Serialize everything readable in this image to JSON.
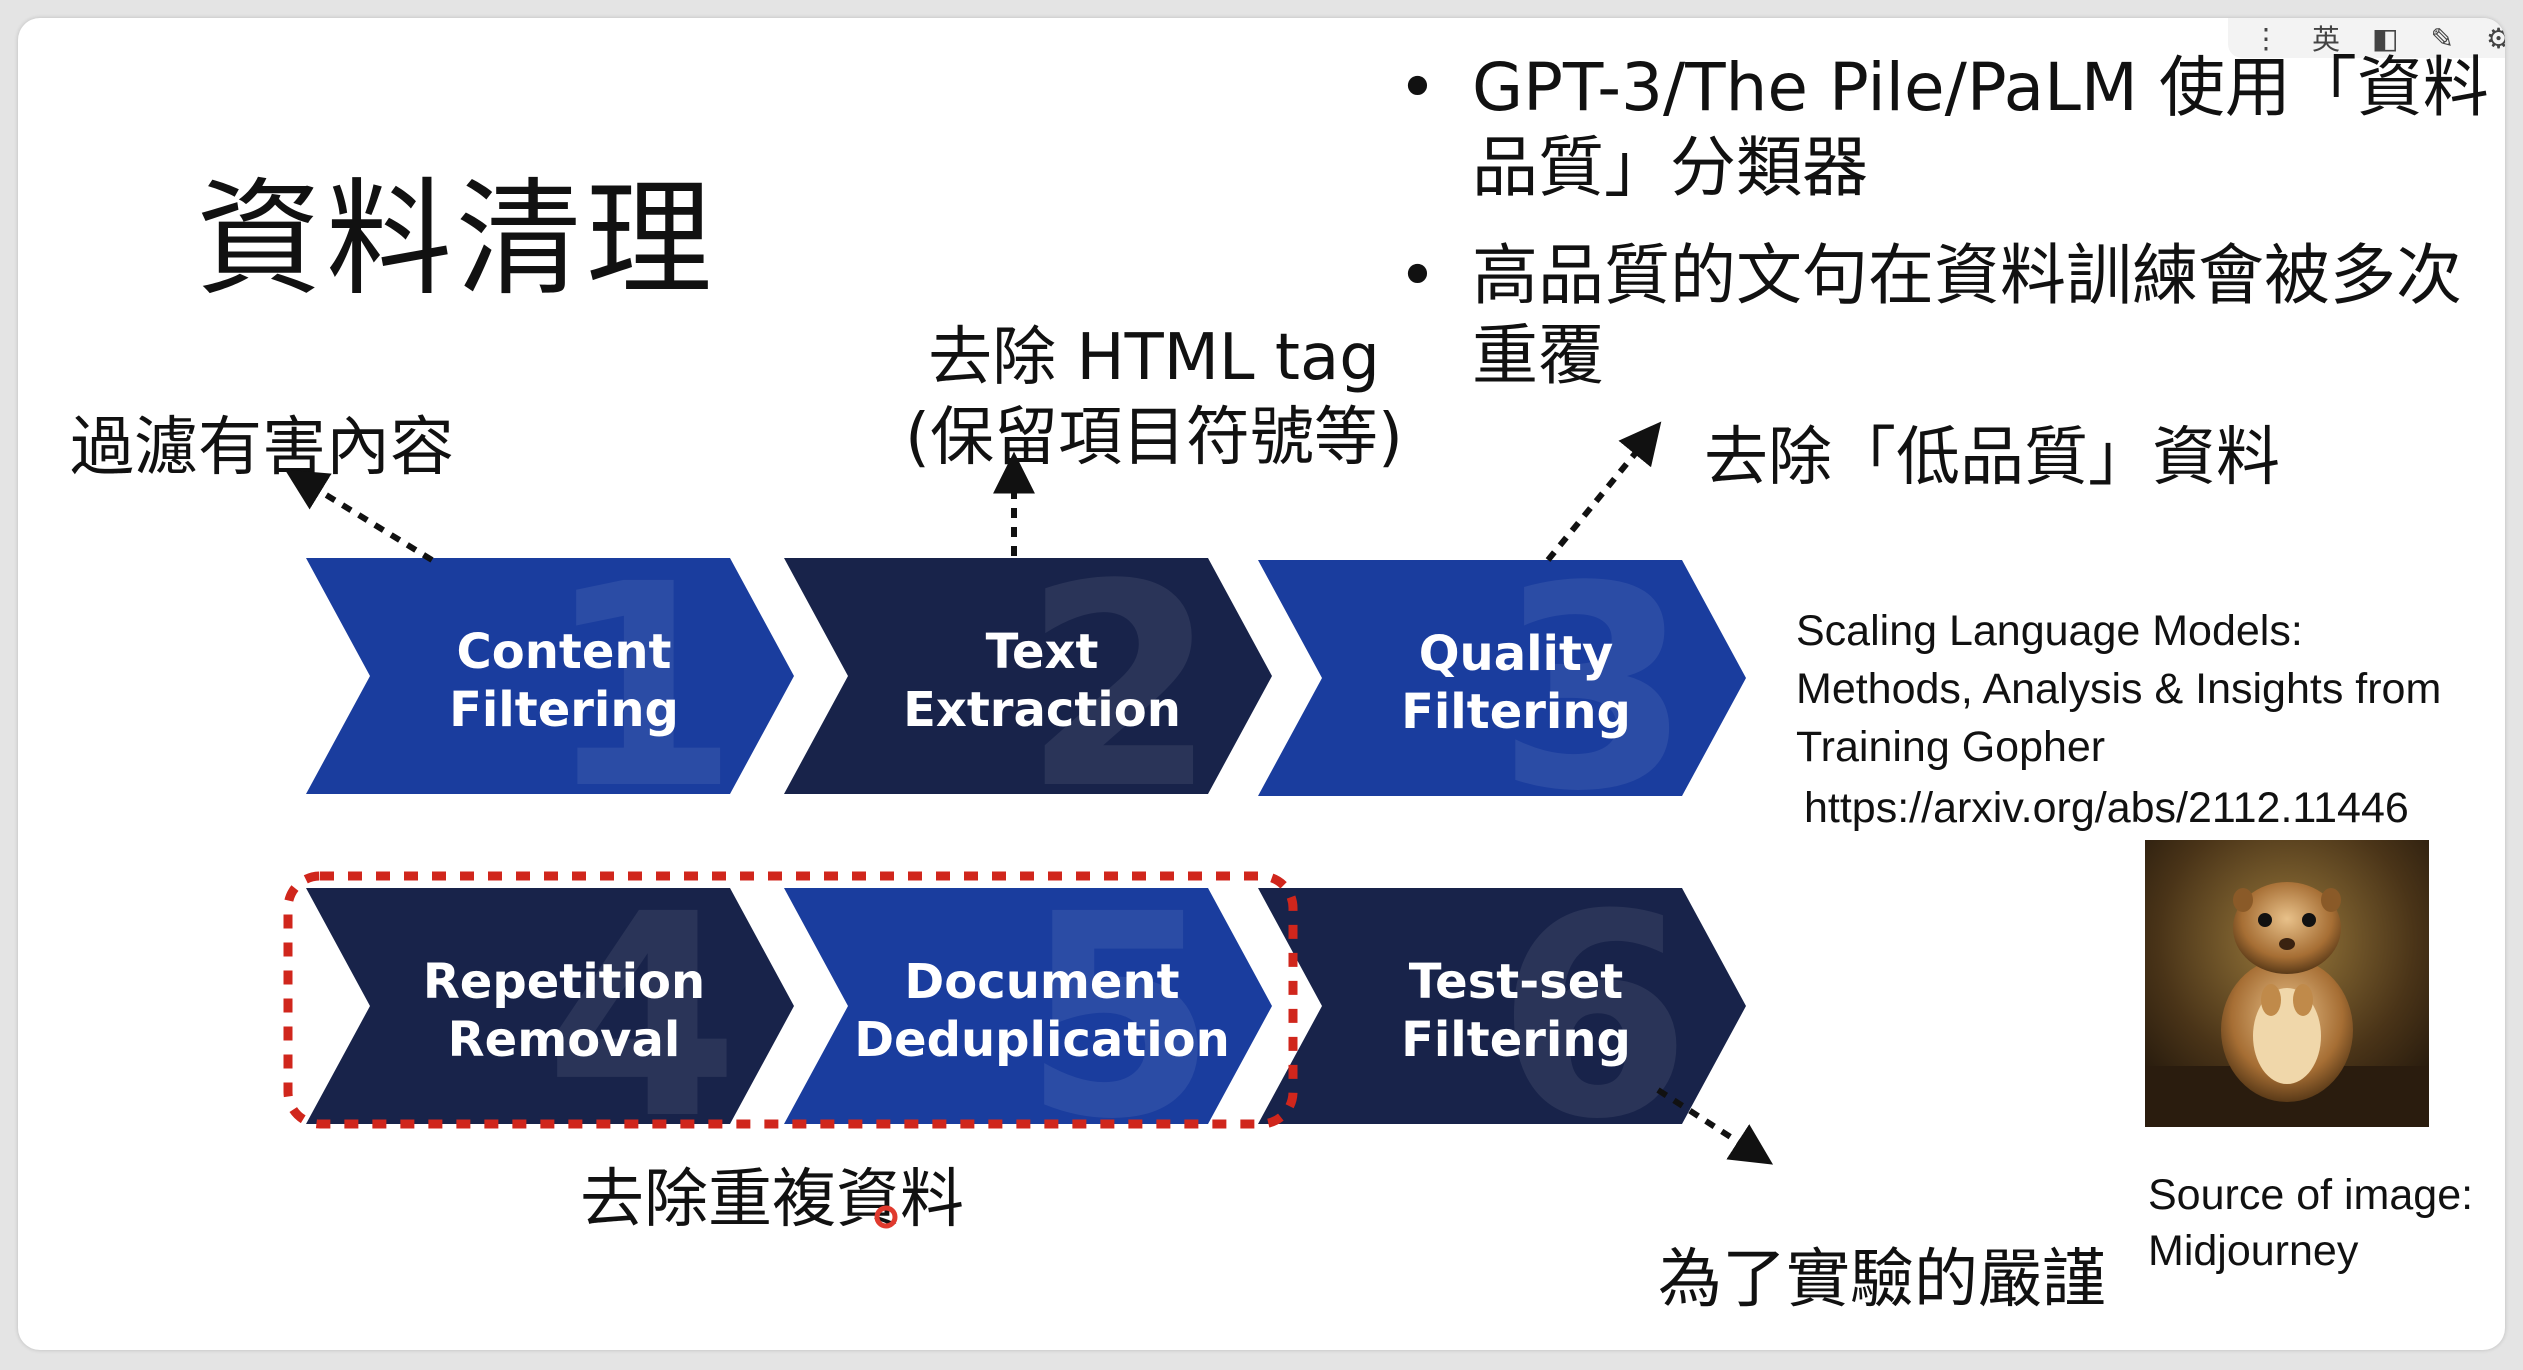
{
  "slide": {
    "title": "資料清理",
    "bullets": [
      {
        "line1": "GPT-3/The Pile/PaLM 使用「資料",
        "line2": "品質」分類器"
      },
      {
        "line1": "高品質的文句在資料訓練會被多次",
        "line2": "重覆"
      }
    ],
    "notes": {
      "filter_harmful": "過濾有害內容",
      "remove_html_1": "去除 HTML tag",
      "remove_html_2": "(保留項目符號等)",
      "remove_low_quality": "去除「低品質」資料",
      "dedup": "去除重複資料",
      "rigor": "為了實驗的嚴謹"
    },
    "steps": [
      {
        "num": "1",
        "line1": "Content",
        "line2": "Filtering",
        "color": "#1a3d9e"
      },
      {
        "num": "2",
        "line1": "Text",
        "line2": "Extraction",
        "color": "#18234a"
      },
      {
        "num": "3",
        "line1": "Quality",
        "line2": "Filtering",
        "color": "#1a3d9e"
      },
      {
        "num": "4",
        "line1": "Repetition",
        "line2": "Removal",
        "color": "#18234a"
      },
      {
        "num": "5",
        "line1": "Document",
        "line2": "Deduplication",
        "color": "#1a3d9e"
      },
      {
        "num": "6",
        "line1": "Test-set",
        "line2": "Filtering",
        "color": "#18234a"
      }
    ],
    "reference": {
      "line1": "Scaling Language Models:",
      "line2": "Methods, Analysis & Insights from",
      "line3": "Training Gopher",
      "url": "https://arxiv.org/abs/2112.11446"
    },
    "image_source": {
      "line1": "Source of image:",
      "line2": "Midjourney"
    },
    "photo_subject": "gopher-photo"
  },
  "toolbar": {
    "lang_label": "英",
    "icons": [
      "toggle-icon",
      "edit-icon",
      "settings-icon"
    ]
  },
  "colors": {
    "arrow_blue": "#1a3d9e",
    "arrow_navy": "#18234a",
    "dedup_box": "#d0261c",
    "text": "#111111"
  }
}
